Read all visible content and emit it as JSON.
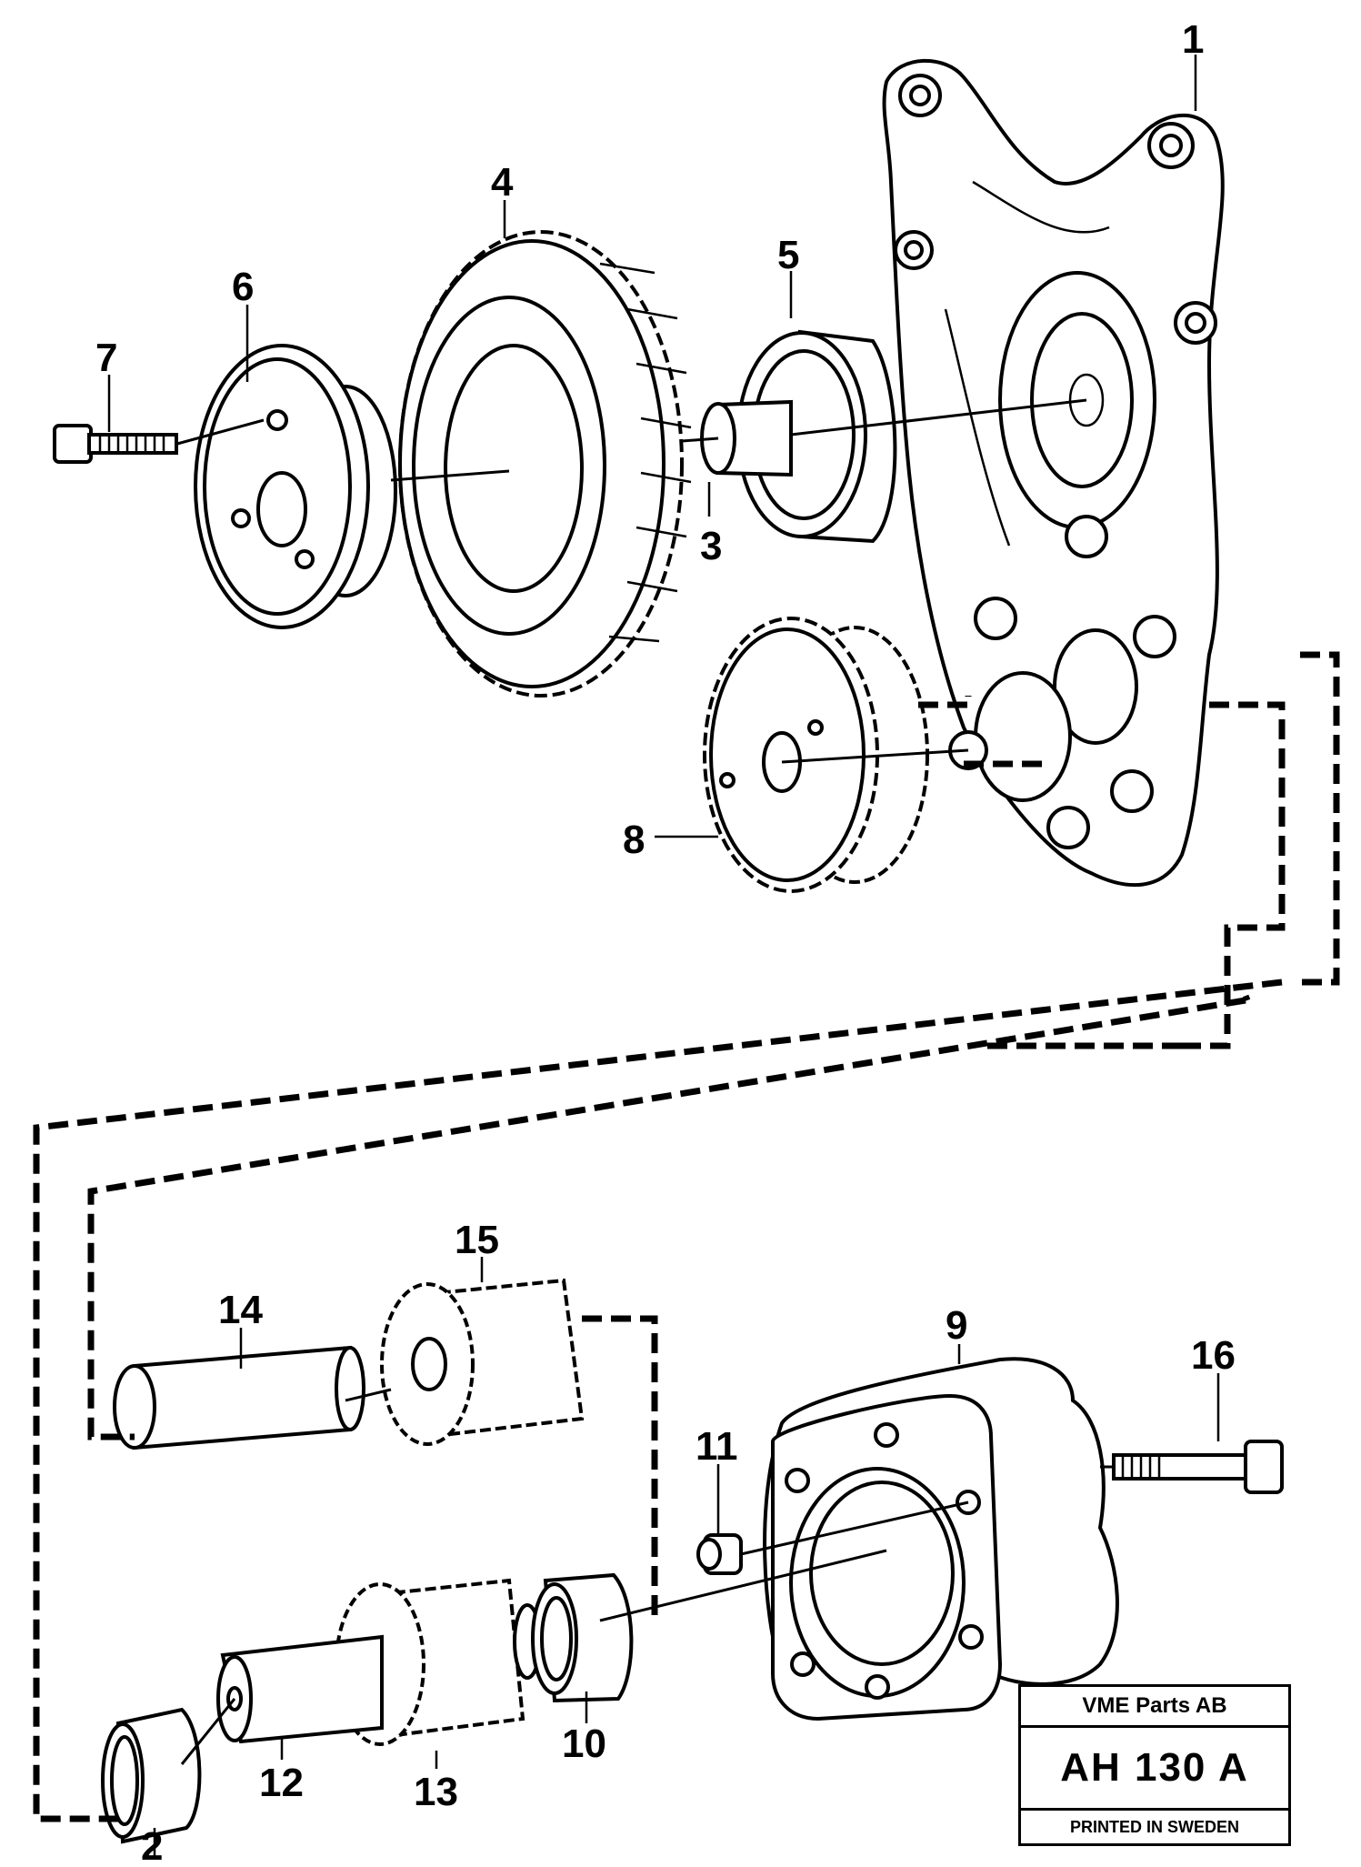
{
  "labels": {
    "p1": "1",
    "p2": "2",
    "p3": "3",
    "p4": "4",
    "p5": "5",
    "p6": "6",
    "p7": "7",
    "p8": "8",
    "p9": "9",
    "p10": "10",
    "p11": "11",
    "p12": "12",
    "p13": "13",
    "p14": "14",
    "p15": "15",
    "p16": "16"
  },
  "stamp": {
    "company": "VME Parts AB",
    "code": "AH 130 A",
    "printed": "PRINTED IN SWEDEN"
  }
}
